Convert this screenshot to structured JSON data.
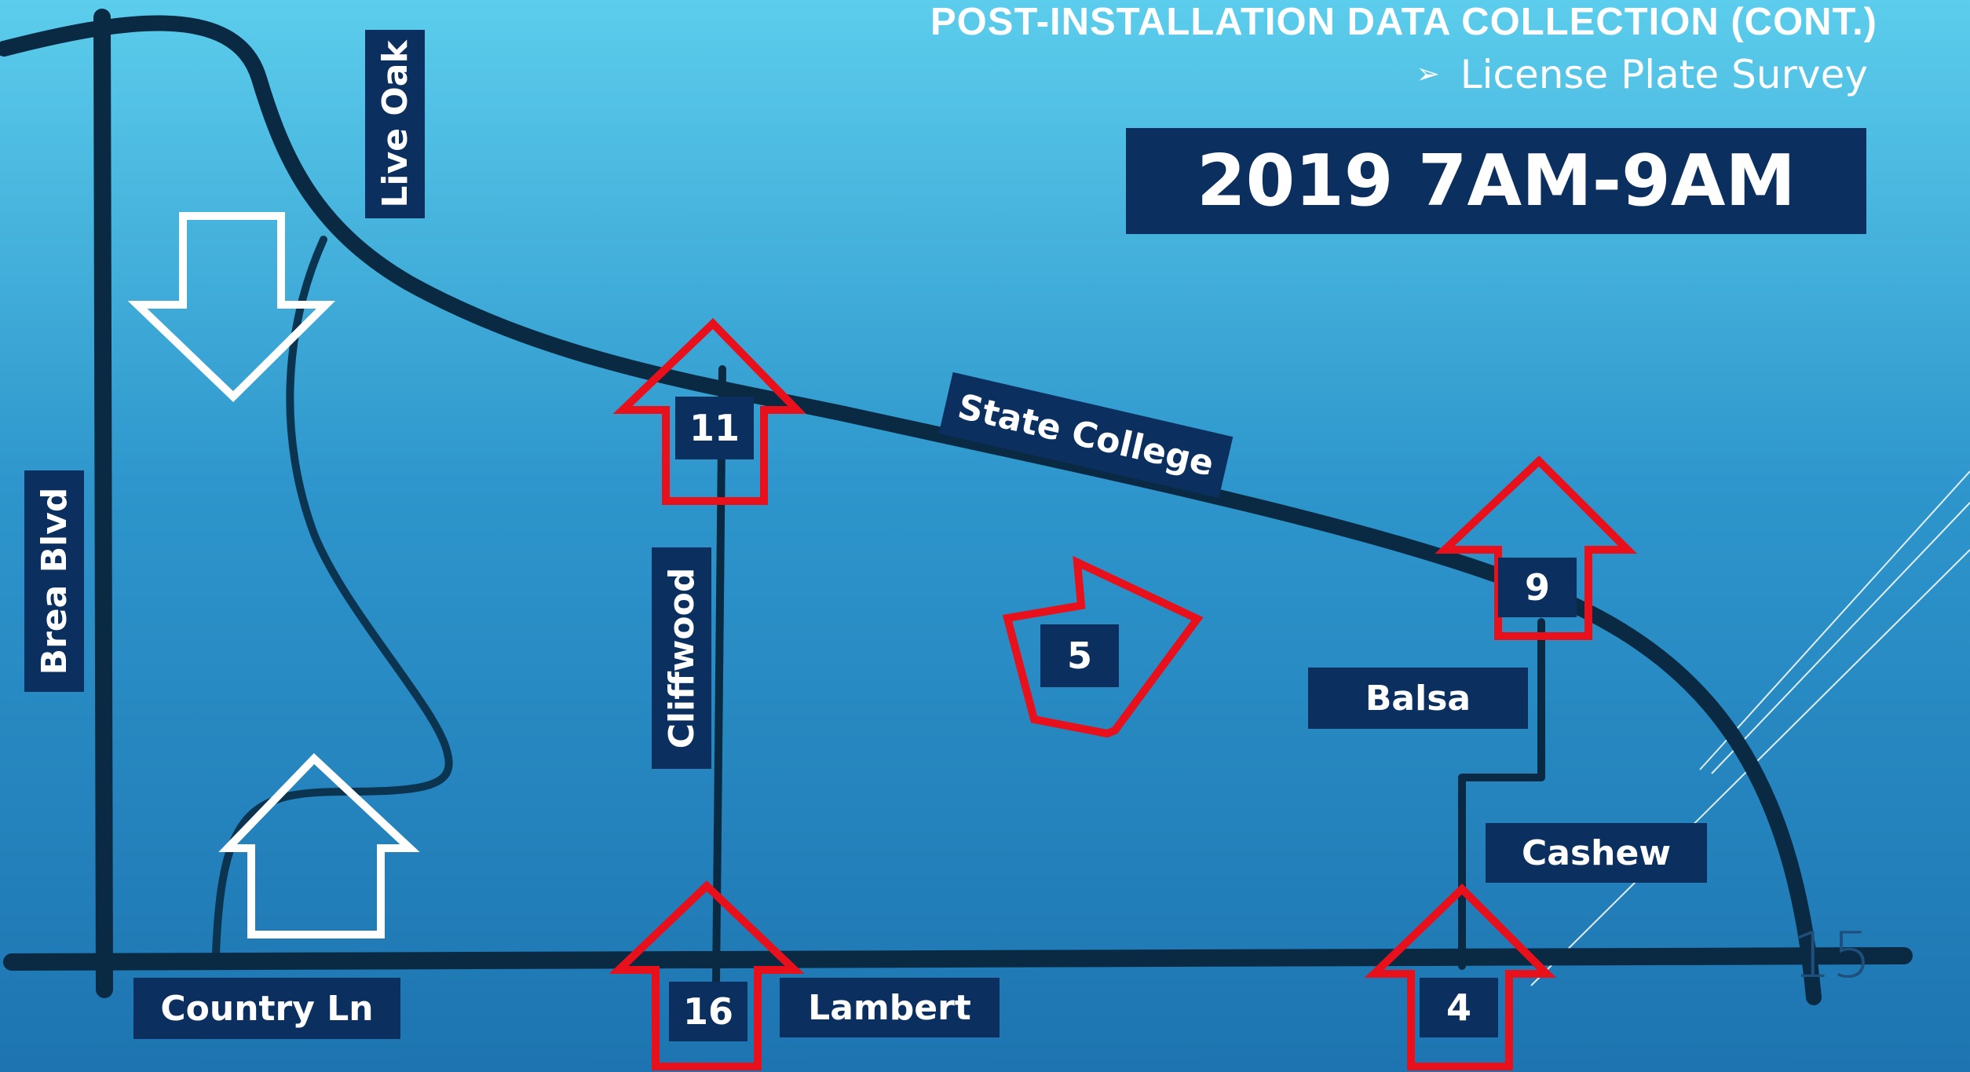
{
  "header": {
    "title": "POST-INSTALLATION DATA COLLECTION (CONT.)",
    "subtitle": "License Plate Survey",
    "subtitle_bullet": "➢"
  },
  "time_period": "2019 7AM-9AM",
  "streets": {
    "live_oak": "Live Oak",
    "brea_blvd": "Brea Blvd",
    "state_college": "State College",
    "cliffwood": "Cliffwood",
    "balsa": "Balsa",
    "cashew": "Cashew",
    "country_ln": "Country Ln",
    "lambert": "Lambert"
  },
  "counts": {
    "cliffwood_north": "11",
    "cliffwood_south": "16",
    "interior_ne": "5",
    "balsa_north": "9",
    "cashew_south": "4"
  },
  "page_number": "15",
  "colors": {
    "label_bg": "#0b2f5e",
    "road": "#0a2a44",
    "arrow_red": "#e8101a",
    "arrow_white": "#ffffff"
  }
}
